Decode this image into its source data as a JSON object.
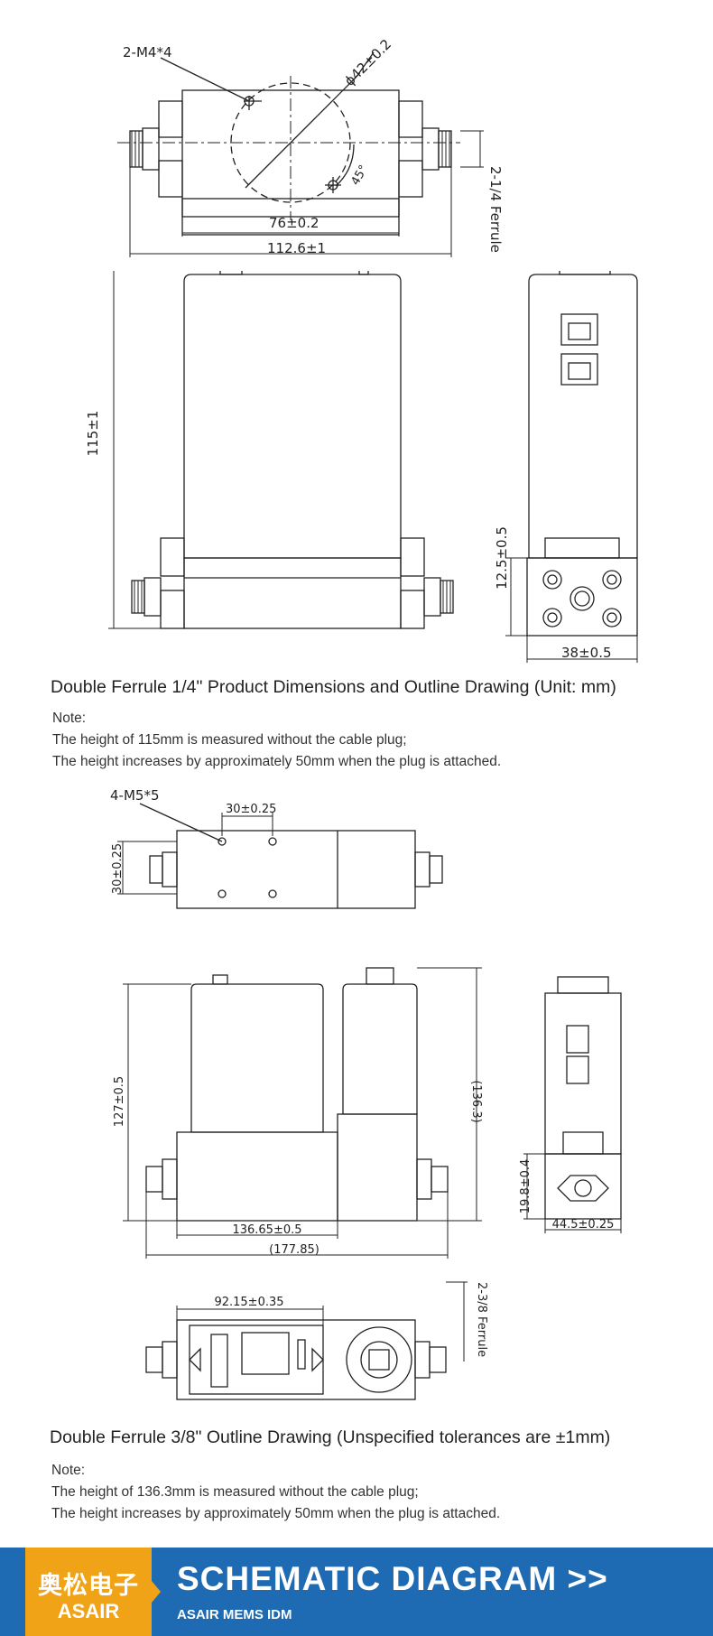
{
  "section1": {
    "labels": {
      "m4": "2-M4*4",
      "phi": "ϕ42±0.2",
      "angle": "45°",
      "w76": "76±0.2",
      "w112": "112.6±1",
      "ferrule": "2-1/4 Ferrule",
      "h115": "115±1",
      "h125": "12.5±0.5",
      "w38": "38±0.5"
    },
    "caption": "Double Ferrule 1/4\" Product Dimensions and Outline Drawing (Unit: mm)",
    "note_title": "Note:",
    "note_lines": [
      "The height of 115mm is measured without the cable plug;",
      "The height increases by approximately 50mm when the plug is attached."
    ]
  },
  "section2": {
    "labels": {
      "m5": "4-M5*5",
      "w30": "30±0.25",
      "h30": "30±0.25",
      "h127": "127±0.5",
      "h136": "(136.3)",
      "h198": "19.8±0.4",
      "w13665": "136.65±0.5",
      "w17785": "(177.85)",
      "w445": "44.5±0.25",
      "w9215": "92.15±0.35",
      "ferrule": "2-3/8 Ferrule"
    },
    "caption": "Double Ferrule 3/8\" Outline Drawing (Unspecified tolerances are ±1mm)",
    "note_title": "Note:",
    "note_lines": [
      "The height of 136.3mm is measured without the cable plug;",
      "The height increases by approximately 50mm when the plug is attached."
    ]
  },
  "banner": {
    "logo_cn": "奥松电子",
    "logo_en": "ASAIR",
    "title": "SCHEMATIC DIAGRAM >>",
    "subtitle": "ASAIR MEMS IDM"
  },
  "colors": {
    "banner_bg": "#1f6bb3",
    "logo_bg": "#f1a318",
    "line": "#222222"
  }
}
